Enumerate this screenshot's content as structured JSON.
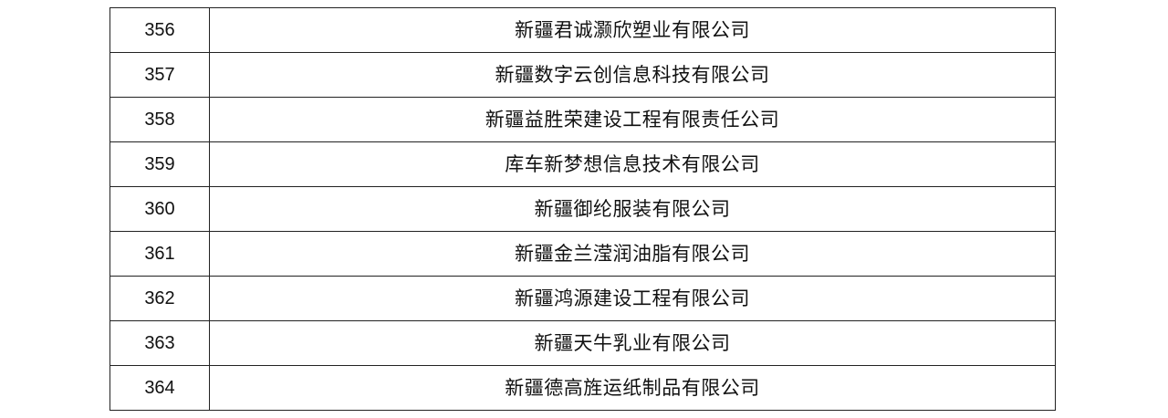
{
  "table": {
    "rows": [
      {
        "num": "356",
        "name": "新疆君诚灏欣塑业有限公司"
      },
      {
        "num": "357",
        "name": "新疆数字云创信息科技有限公司"
      },
      {
        "num": "358",
        "name": "新疆益胜荣建设工程有限责任公司"
      },
      {
        "num": "359",
        "name": "库车新梦想信息技术有限公司"
      },
      {
        "num": "360",
        "name": "新疆御纶服装有限公司"
      },
      {
        "num": "361",
        "name": "新疆金兰滢润油脂有限公司"
      },
      {
        "num": "362",
        "name": "新疆鸿源建设工程有限公司"
      },
      {
        "num": "363",
        "name": "新疆天牛乳业有限公司"
      },
      {
        "num": "364",
        "name": "新疆德高旌运纸制品有限公司"
      }
    ]
  }
}
